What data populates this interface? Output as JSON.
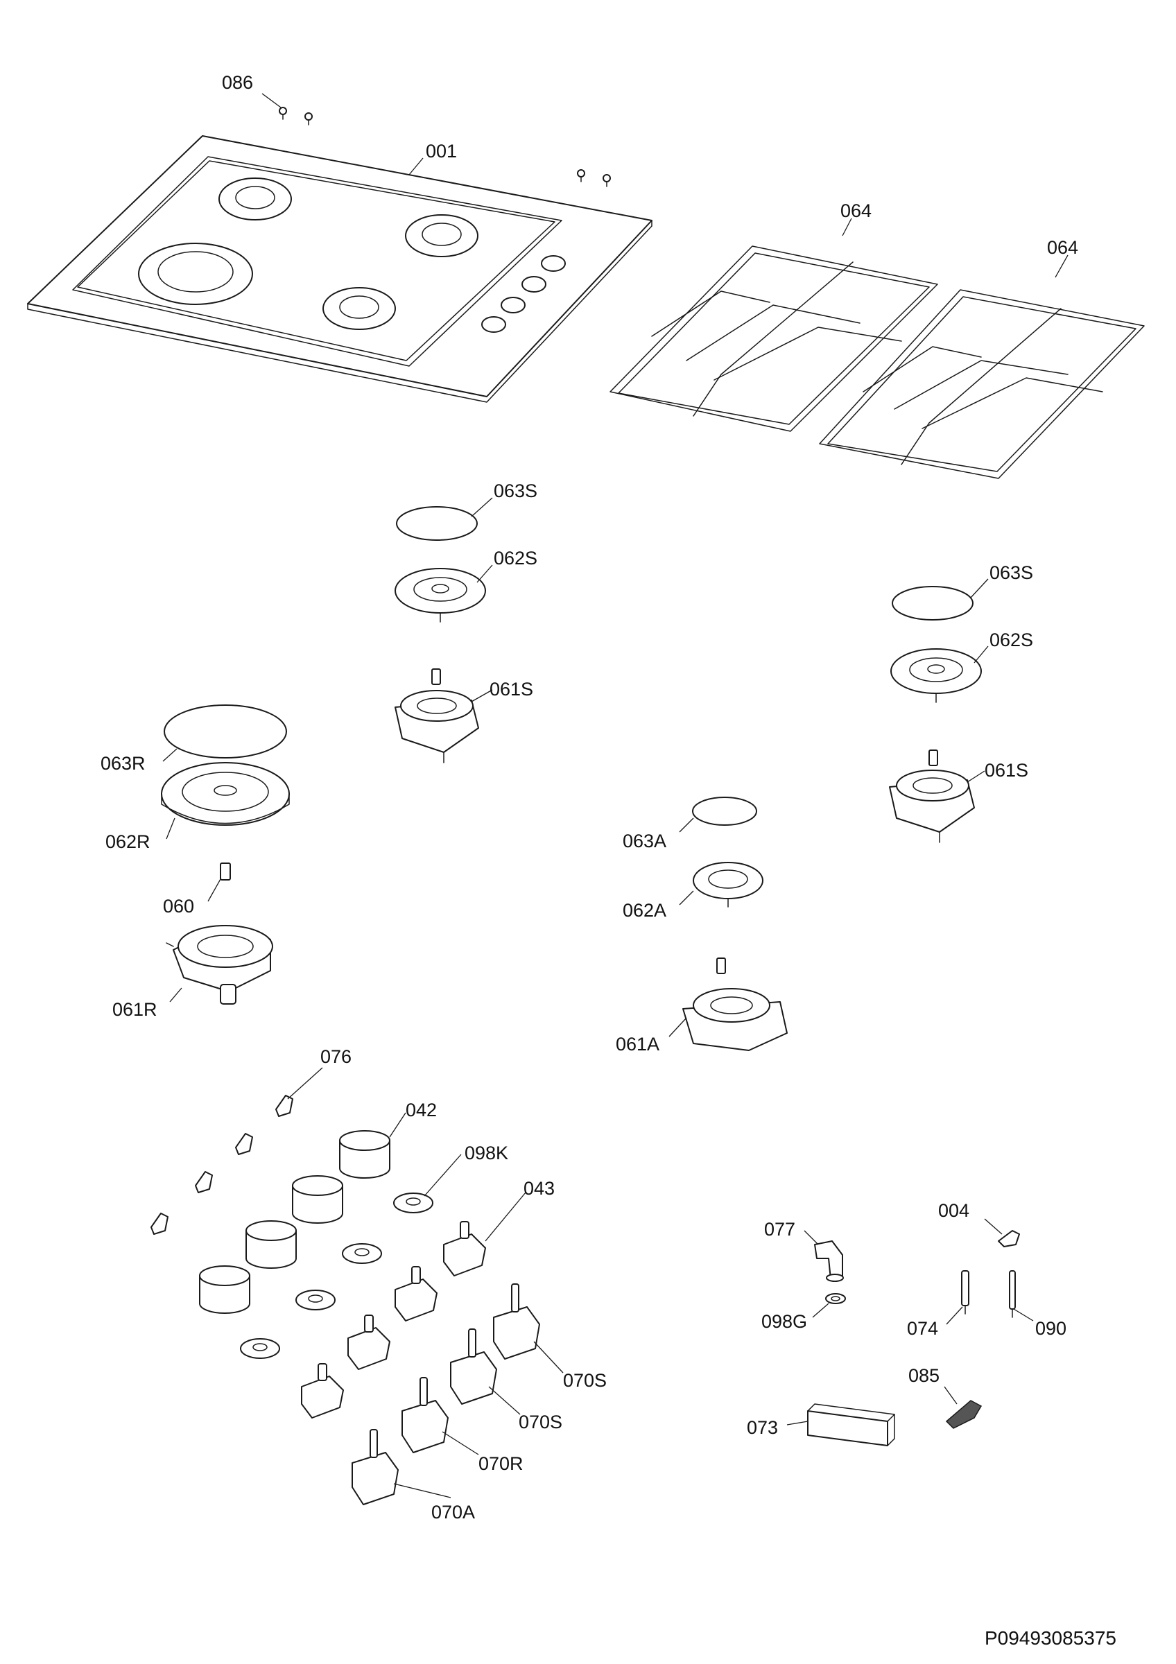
{
  "diagram": {
    "labels": {
      "l086": "086",
      "l001": "001",
      "l064a": "064",
      "l064b": "064",
      "l063s_top": "063S",
      "l062s_top": "062S",
      "l063s_right": "063S",
      "l062s_right": "062S",
      "l061s_mid": "061S",
      "l061s_right": "061S",
      "l063r": "063R",
      "l062r": "062R",
      "l060": "060",
      "l061r": "061R",
      "l063a": "063A",
      "l062a": "062A",
      "l061a": "061A",
      "l076": "076",
      "l042": "042",
      "l098k": "098K",
      "l043": "043",
      "l070s_a": "070S",
      "l070s_b": "070S",
      "l070r": "070R",
      "l070a": "070A",
      "l077": "077",
      "l098g": "098G",
      "l004": "004",
      "l074": "074",
      "l090": "090",
      "l085": "085",
      "l073": "073"
    },
    "drawing_code": "P09493085375"
  }
}
